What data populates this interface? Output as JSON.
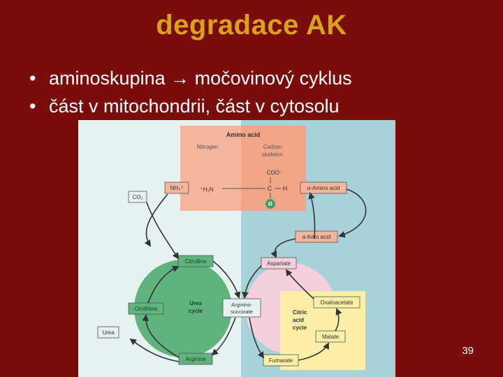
{
  "slide": {
    "title": "degradace AK",
    "bullets": [
      "aminoskupina → močovinový cyklus",
      "část v mitochondrii, část v cytosolu"
    ],
    "page_number": "39"
  },
  "figure": {
    "amino_acid_title": "Amino acid",
    "nitrogen": "Nitrogen",
    "carbon_skeleton_1": "Carbon",
    "carbon_skeleton_2": "skeleton",
    "coo": "COO⁻",
    "h3n": "⁺H₃N",
    "c": "C",
    "h": "H",
    "r": "R",
    "nh4": "NH₄⁺",
    "co2": "CO₂",
    "alpha_amino_acid": "α-Amino acid",
    "alpha_keto_acid": "α-Keto acid",
    "citrulline": "Citrulline",
    "aspartate": "Aspartate",
    "ornithine": "Ornithine",
    "urea_cycle_1": "Urea",
    "urea_cycle_2": "cycle",
    "argininosuccinate_1": "Arginino-",
    "argininosuccinate_2": "succinate",
    "oxaloacetate": "Oxaloacetate",
    "citric_1": "Citric",
    "citric_2": "acid",
    "citric_3": "cycle",
    "malate": "Malate",
    "urea": "Urea",
    "arginine": "Arginine",
    "fumarate": "Fumarate"
  },
  "colors": {
    "background": "#7a0c0c",
    "title": "#d9a21b",
    "mitochondria_panel": "#e6f1f1",
    "cytosol_panel": "#a7d2da",
    "amino_acid_box": "#f6b49c",
    "urea_cycle": "#5fb47e",
    "citric_cycle": "#f6cfdc",
    "citric_box": "#fbeea6"
  }
}
